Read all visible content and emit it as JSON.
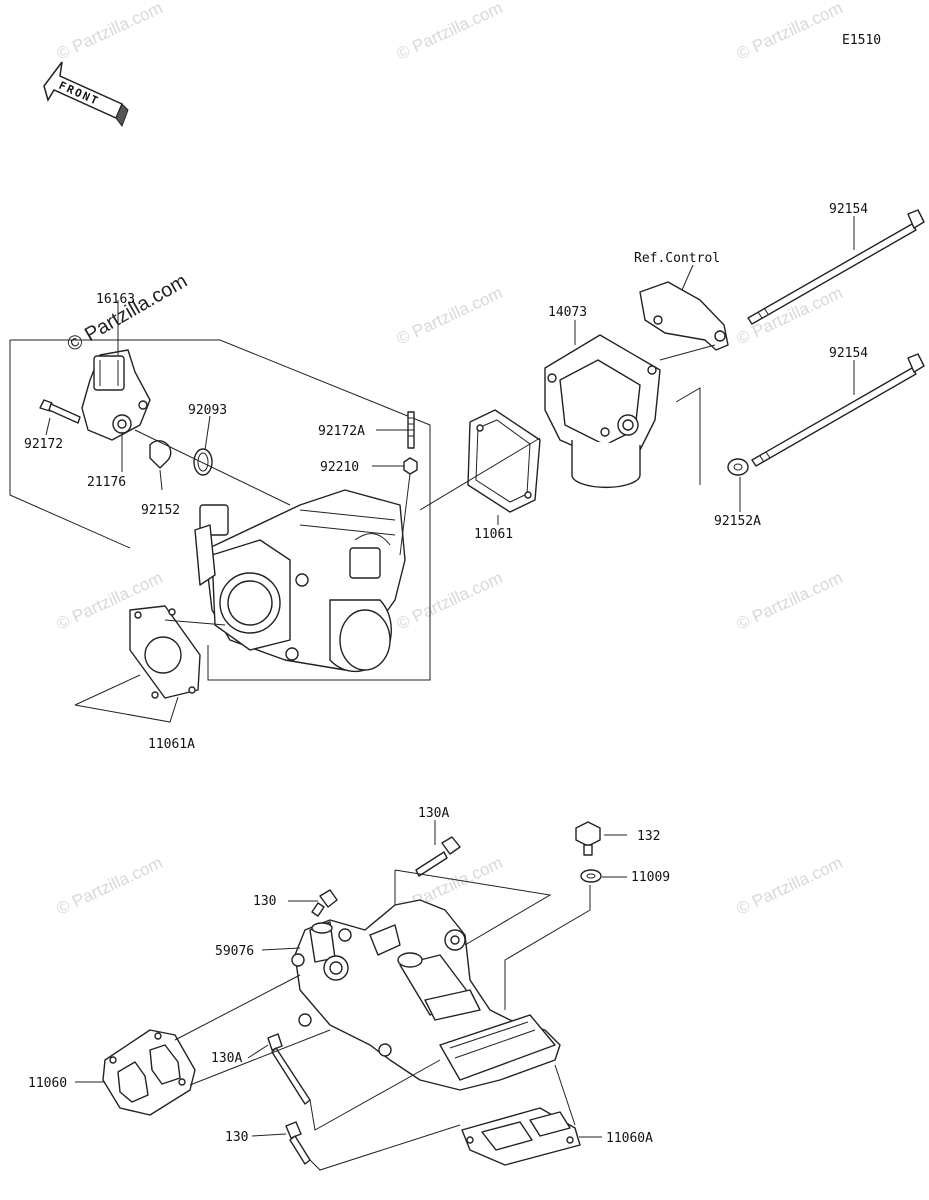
{
  "diagram_id": "E1510",
  "front_label": "FRONT",
  "watermark": "© Partzilla.com",
  "watermark_big": "© Partzilla.com",
  "ref_control": "Ref.Control",
  "labels": {
    "p16163": "16163",
    "p92172": "92172",
    "p21176": "21176",
    "p92152": "92152",
    "p92093": "92093",
    "p92172A": "92172A",
    "p92210": "92210",
    "p11061": "11061",
    "p11061A": "11061A",
    "p14073": "14073",
    "p92154a": "92154",
    "p92154b": "92154",
    "p92152A": "92152A",
    "p130A_top": "130A",
    "p132": "132",
    "p11009": "11009",
    "p130_top": "130",
    "p59076": "59076",
    "p11060": "11060",
    "p130A_bot": "130A",
    "p130_bot": "130",
    "p11060A": "11060A"
  }
}
